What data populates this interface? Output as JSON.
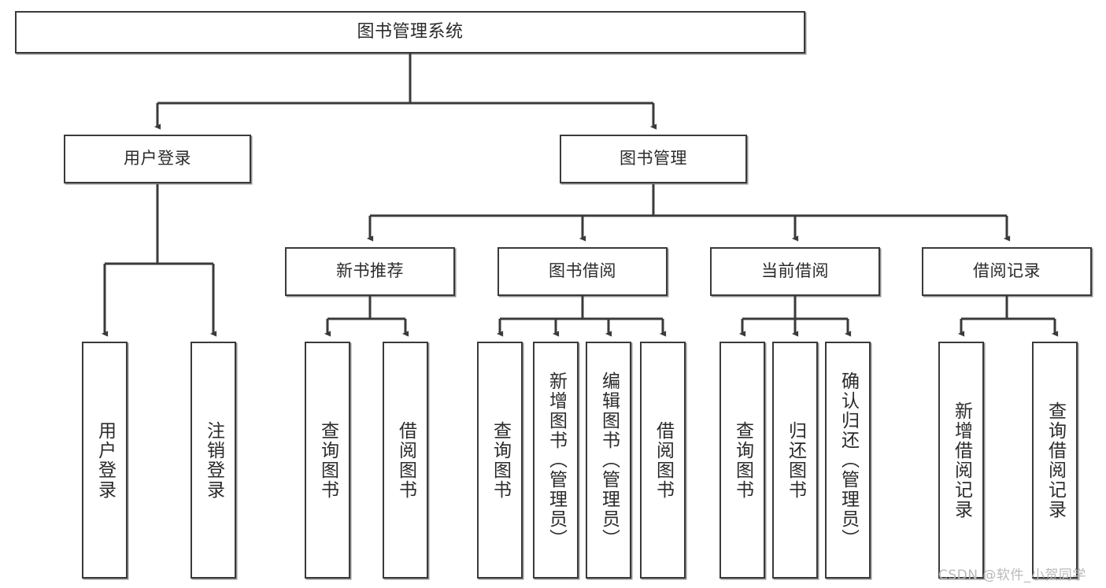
{
  "diagram": {
    "title": "图书管理系统",
    "type": "tree",
    "colors": {
      "box_border": "#3a3a3a",
      "box_fill": "#ffffff",
      "edge": "#3a3a3a",
      "text": "#2b2b2b",
      "watermark": "#b9b9b9",
      "background": "#ffffff"
    },
    "watermark": "CSDN @软件_小贺同学",
    "nodes": {
      "root": {
        "label": "图书管理系统"
      },
      "level1": [
        {
          "label": "用户登录"
        },
        {
          "label": "图书管理"
        }
      ],
      "level2": [
        {
          "label": "新书推荐"
        },
        {
          "label": "图书借阅"
        },
        {
          "label": "当前借阅"
        },
        {
          "label": "借阅记录"
        }
      ],
      "leaves": {
        "user_login": [
          {
            "label": "用户登录"
          },
          {
            "label": "注销登录"
          }
        ],
        "new_book": [
          {
            "label": "查询图书"
          },
          {
            "label": "借阅图书"
          }
        ],
        "book_borrow": [
          {
            "label": "查询图书"
          },
          {
            "label": "新增图书（管理员）"
          },
          {
            "label": "编辑图书（管理员）"
          },
          {
            "label": "借阅图书"
          }
        ],
        "current_borrow": [
          {
            "label": "查询图书"
          },
          {
            "label": "归还图书"
          },
          {
            "label": "确认归还（管理员）"
          }
        ],
        "borrow_record": [
          {
            "label": "新增借阅记录"
          },
          {
            "label": "查询借阅记录"
          }
        ]
      }
    }
  }
}
